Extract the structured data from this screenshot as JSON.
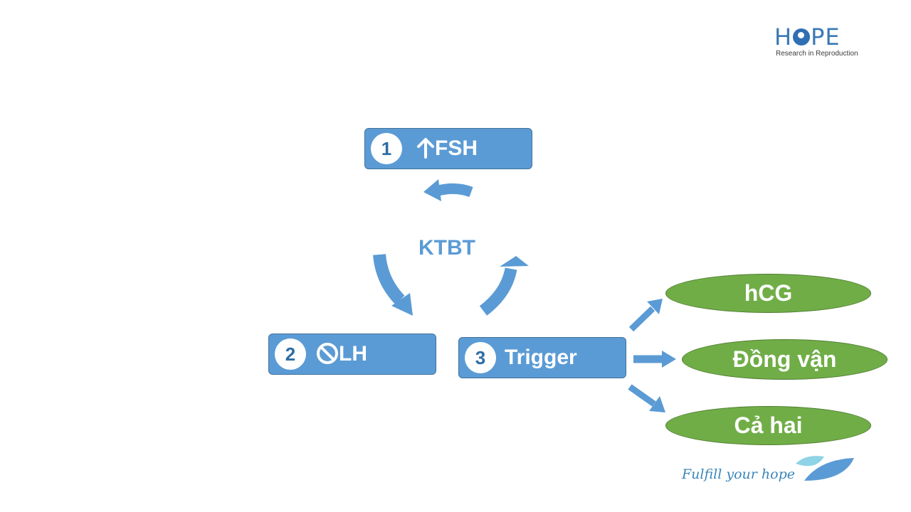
{
  "logo": {
    "name": "HOPE",
    "tagline": "Research in Reproduction"
  },
  "diagram": {
    "center_label": "KTBT",
    "steps": [
      {
        "number": "1",
        "icon": "up-arrow-icon",
        "label": "FSH"
      },
      {
        "number": "2",
        "icon": "prohibited-icon",
        "label": "LH"
      },
      {
        "number": "3",
        "icon": "",
        "label": "Trigger"
      }
    ],
    "trigger_options": [
      {
        "label": "hCG"
      },
      {
        "label": "Đồng vận"
      },
      {
        "label": "Cả hai"
      }
    ]
  },
  "footer": {
    "tagline": "Fulfill your hope"
  },
  "colors": {
    "box_fill": "#5b9bd5",
    "box_border": "#41719c",
    "oval_fill": "#70ad47",
    "logo_blue": "#3a78b6",
    "footer_light_blue": "#8fd3e6",
    "footer_dark_blue": "#5b9bd5"
  }
}
